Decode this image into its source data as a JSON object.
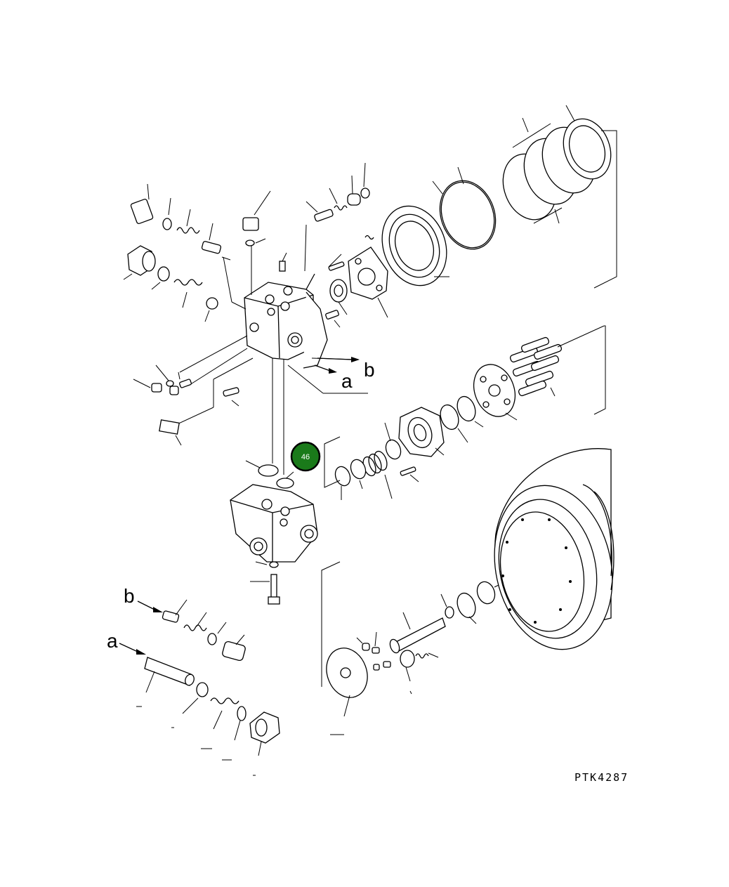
{
  "drawing": {
    "reference_code": "PTK4287",
    "port_labels": {
      "a": "a",
      "b": "b"
    },
    "callout": {
      "number": "46",
      "color": "#1a7a1a",
      "ring_color": "#000000"
    }
  }
}
